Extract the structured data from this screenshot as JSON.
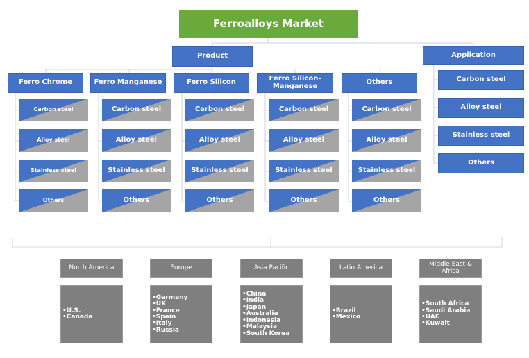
{
  "title": "Ferroalloys Market",
  "product": {
    "label": "Product",
    "types": [
      {
        "label": "Ferro Chrome",
        "subs": [
          "Carbon steel",
          "Alloy steel",
          "Stainless steel",
          "Others"
        ]
      },
      {
        "label": "Ferro Manganese",
        "subs": [
          "Carbon steel",
          "Alloy steel",
          "Stainless steel",
          "Others"
        ]
      },
      {
        "label": "Ferro Silicon",
        "subs": [
          "Carbon steel",
          "Alloy steel",
          "Stainless steel",
          "Others"
        ]
      },
      {
        "label": "Ferro Silicon-Manganese",
        "subs": [
          "Carbon  steel",
          "Alloy steel",
          "Stainless steel",
          "Others"
        ]
      },
      {
        "label": "Others",
        "subs": [
          "Carbon  steel",
          "Alloy steel",
          "Stainless  steel",
          "Others"
        ]
      }
    ]
  },
  "application": {
    "label": "Application",
    "items": [
      "Carbon steel",
      "Alloy steel",
      "Stainless steel",
      "Others"
    ]
  },
  "regions": [
    {
      "label": "North America",
      "countries": [
        "U.S.",
        "Canada"
      ]
    },
    {
      "label": "Europe",
      "countries": [
        "Germany",
        "UK",
        "France",
        "Spain",
        "Italy",
        "Russia"
      ]
    },
    {
      "label": "Asia Pacific",
      "countries": [
        "China",
        "India",
        "Japan",
        "Australia",
        "Indonesia",
        "Malaysia",
        "South Korea"
      ]
    },
    {
      "label": "Latin America",
      "countries": [
        "Brazil",
        "Mexico"
      ]
    },
    {
      "label": "Middle East & Africa",
      "countries": [
        "South Africa",
        "Saudi Arabia",
        "UAE",
        "Kuwait"
      ]
    }
  ],
  "colors": {
    "green": "#6aaa3a",
    "blue": "#4472c4",
    "gray": "#a5a5a5",
    "region": "#7f7f7f"
  }
}
